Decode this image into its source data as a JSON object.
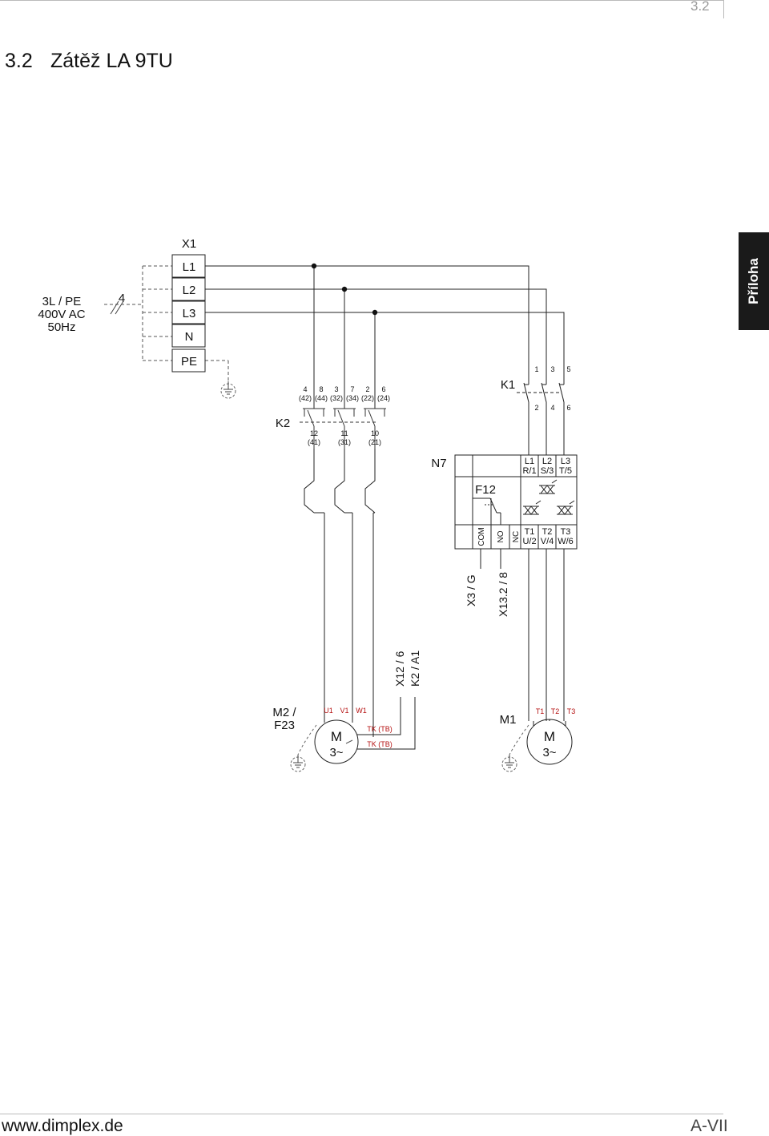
{
  "header": {
    "page_number": "3.2"
  },
  "title": {
    "number": "3.2",
    "text": "Zátěž  LA 9TU"
  },
  "side_tab": {
    "label": "Příloha"
  },
  "footer": {
    "website": "www.dimplex.de",
    "page_ref": "A-VII"
  },
  "supply": {
    "line1": "3L / PE",
    "line2": "400V AC",
    "line3": "50Hz",
    "conductors": "4"
  },
  "terminal_x1": {
    "label": "X1",
    "terminals": [
      "L1",
      "L2",
      "L3",
      "N",
      "PE"
    ]
  },
  "contactor_k2": {
    "label": "K2",
    "top_labels": [
      {
        "num": "4",
        "alt": "(42)"
      },
      {
        "num": "8",
        "alt": "(44)"
      },
      {
        "num": "3",
        "alt": "(32)"
      },
      {
        "num": "7",
        "alt": "(34)"
      },
      {
        "num": "2",
        "alt": "(22)"
      },
      {
        "num": "6",
        "alt": "(24)"
      }
    ],
    "bottom_labels": [
      {
        "num": "12",
        "alt": "(41)"
      },
      {
        "num": "11",
        "alt": "(31)"
      },
      {
        "num": "10",
        "alt": "(21)"
      }
    ]
  },
  "contactor_k1": {
    "label": "K1",
    "top": [
      "1",
      "3",
      "5"
    ],
    "bottom": [
      "2",
      "4",
      "6"
    ]
  },
  "soft_starter_n7": {
    "label": "N7",
    "relay_label": "F12",
    "inputs": [
      {
        "a": "L1",
        "b": "R/1"
      },
      {
        "a": "L2",
        "b": "S/3"
      },
      {
        "a": "L3",
        "b": "T/5"
      }
    ],
    "outputs": [
      {
        "a": "T1",
        "b": "U/2"
      },
      {
        "a": "T2",
        "b": "V/4"
      },
      {
        "a": "T3",
        "b": "W/6"
      }
    ],
    "relay_contacts": [
      "COM",
      "NO",
      "NC"
    ]
  },
  "signal_refs": {
    "com": "X3 / G",
    "nc": "X13.2 / 8"
  },
  "motor_m2": {
    "label_line1": "M2 /",
    "label_line2": "F23",
    "terminals": [
      "U1",
      "V1",
      "W1"
    ],
    "symbol_line1": "M",
    "symbol_line2": "3~",
    "thermal1": "TK (TB)",
    "thermal2": "TK (TB)",
    "ref1": "X12 / 6",
    "ref2": "K2 / A1"
  },
  "motor_m1": {
    "label": "M1",
    "terminals": [
      "T1",
      "T2",
      "T3"
    ],
    "symbol_line1": "M",
    "symbol_line2": "3~"
  },
  "colors": {
    "red_text": "#b51212",
    "tab_bg": "#1a1a1a"
  }
}
